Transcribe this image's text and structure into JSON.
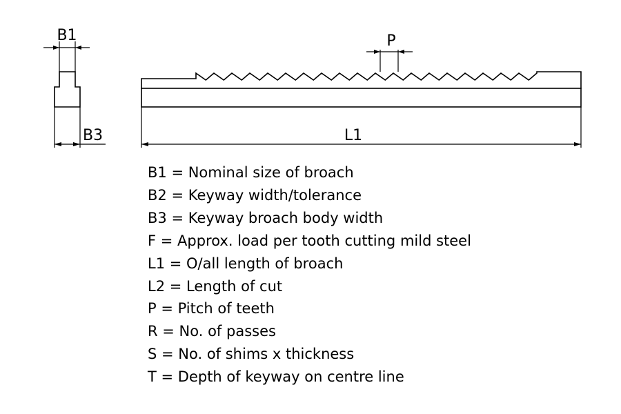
{
  "labels": {
    "b1": "B1",
    "b3": "B3",
    "p": "P",
    "l1": "L1"
  },
  "legend": [
    "B1 = Nominal size of broach",
    "B2 = Keyway width/tolerance",
    "B3 = Keyway broach body width",
    "F = Approx. load per tooth cutting mild steel",
    "L1 = O/all length of broach",
    "L2 = Length of cut",
    "P = Pitch of teeth",
    "R = No. of passes",
    "S = No. of shims x thickness",
    "T = Depth of keyway on centre line"
  ]
}
